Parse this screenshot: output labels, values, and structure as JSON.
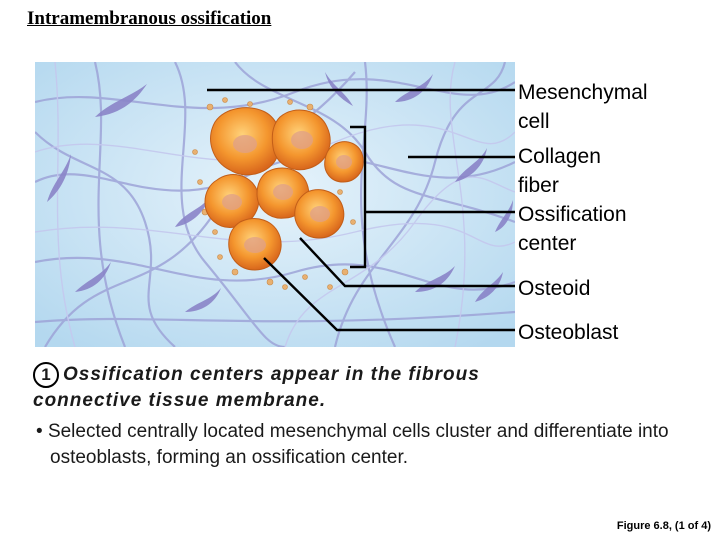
{
  "title": "Intramembranous ossification",
  "labels": {
    "mesenchymal_line1": "Mesenchymal",
    "mesenchymal_line2": "cell",
    "collagen_line1": "Collagen",
    "collagen_line2": "fiber",
    "ossification_line1": "Ossification",
    "ossification_line2": "center",
    "osteoid": "Osteoid",
    "osteoblast": "Osteoblast"
  },
  "step": {
    "number": "1",
    "text_line1": "Ossification centers appear in the fibrous",
    "text_line2": "connective tissue membrane."
  },
  "bullet": {
    "marker": "•",
    "text": "Selected centrally located mesenchymal cells cluster and differentiate into osteoblasts, forming an ossification center."
  },
  "caption": "Figure 6.8, (1 of 4)",
  "colors": {
    "background_blue": "#c6e2f4",
    "cell_orange": "#f0902a",
    "fiber_lavender": "#a8a8dc",
    "mesenchymal_purple": "#8a84c8",
    "leader_line": "#000000"
  }
}
